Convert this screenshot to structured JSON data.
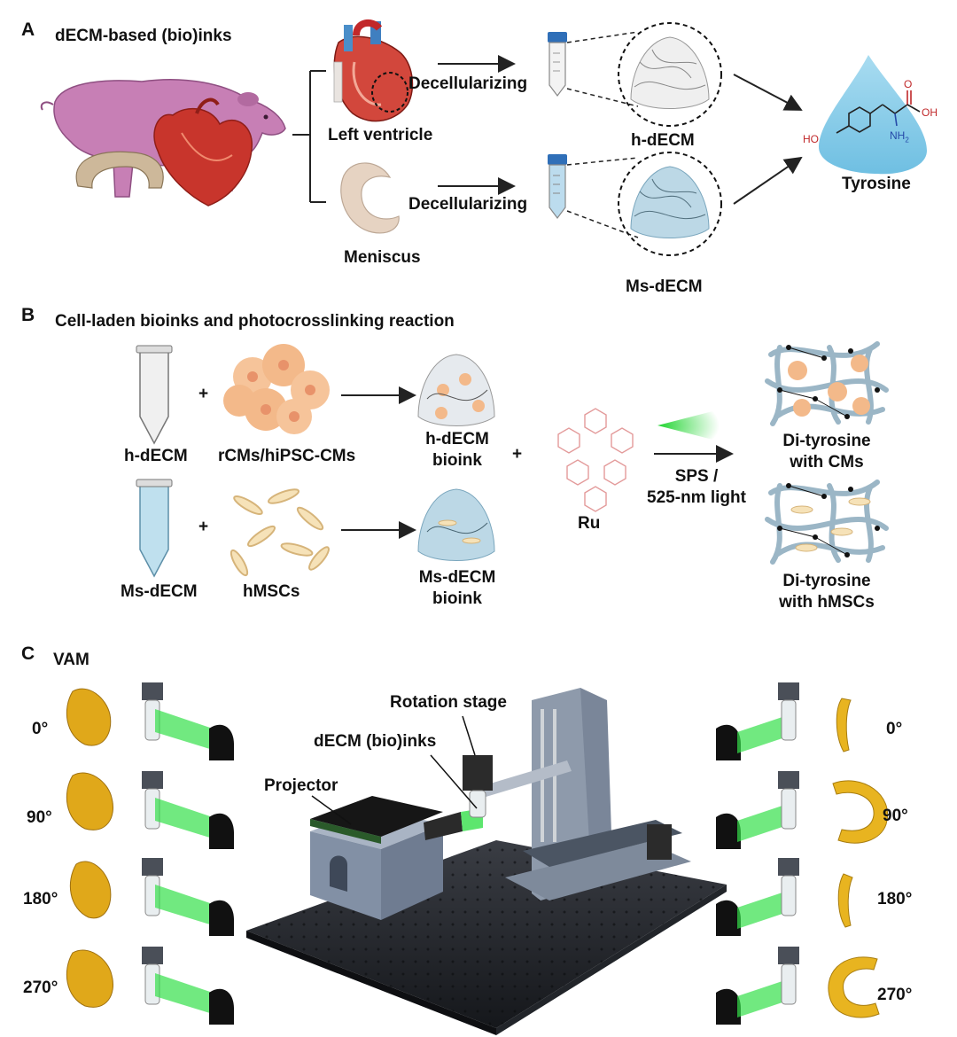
{
  "panel_a": {
    "letter": "A",
    "title": "dECM-based (bio)inks",
    "left_ventricle": "Left ventricle",
    "meniscus": "Meniscus",
    "decell_top": "Decellularizing",
    "decell_bottom": "Decellularizing",
    "h_decm": "h-dECM",
    "ms_decm": "Ms-dECM",
    "tyrosine": "Tyrosine",
    "chem": {
      "o": "O",
      "oh": "OH",
      "ho": "HO",
      "nh2": "NH",
      "sub2": "2"
    }
  },
  "panel_b": {
    "letter": "B",
    "title": "Cell-laden bioinks and photocrosslinking reaction",
    "h_decm": "h-dECM",
    "cells_top": "rCMs/hiPSC-CMs",
    "h_bioink_1": "h-dECM",
    "h_bioink_2": "bioink",
    "ms_decm": "Ms-dECM",
    "cells_bottom": "hMSCs",
    "ms_bioink_1": "Ms-dECM",
    "ms_bioink_2": "bioink",
    "ru": "Ru",
    "sps_1": "SPS /",
    "sps_2": "525-nm light",
    "dityr_cms_1": "Di-tyrosine",
    "dityr_cms_2": "with CMs",
    "dityr_hmsc_1": "Di-tyrosine",
    "dityr_hmsc_2": "with hMSCs",
    "plus": "+"
  },
  "panel_c": {
    "letter": "C",
    "title": "VAM",
    "rotation_stage": "Rotation stage",
    "decm_inks": "dECM (bio)inks",
    "projector": "Projector",
    "angles_left": [
      "0°",
      "90°",
      "180°",
      "270°"
    ],
    "angles_right": [
      "0°",
      "90°",
      "180°",
      "270°"
    ]
  },
  "colors": {
    "heart_red": "#c8352c",
    "pig_pink": "#c77fb5",
    "meniscus": "#e6d3c2",
    "decm_blue": "#bcd8e6",
    "light_green": "#35e04a",
    "gold": "#e0a81a",
    "steel": "#8e9aab"
  }
}
